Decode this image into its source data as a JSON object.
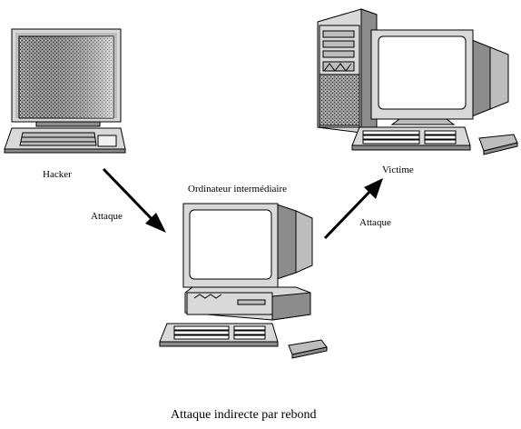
{
  "labels": {
    "hacker": "Hacker",
    "intermediate": "Ordinateur intermédiaire",
    "victim": "Victime",
    "attack_left": "Attaque",
    "attack_right": "Attaque"
  },
  "caption": "Attaque indirecte par rebond",
  "colors": {
    "casing_light": "#d9d9d9",
    "casing_mid": "#bdbdbd",
    "casing_dark": "#8c8c8c",
    "screen": "#ffffff",
    "outline": "#000000"
  },
  "icons": {
    "hacker": "laptop-icon",
    "intermediate": "desktop-computer-icon",
    "victim": "tower-computer-icon",
    "arrow": "arrow-icon"
  }
}
